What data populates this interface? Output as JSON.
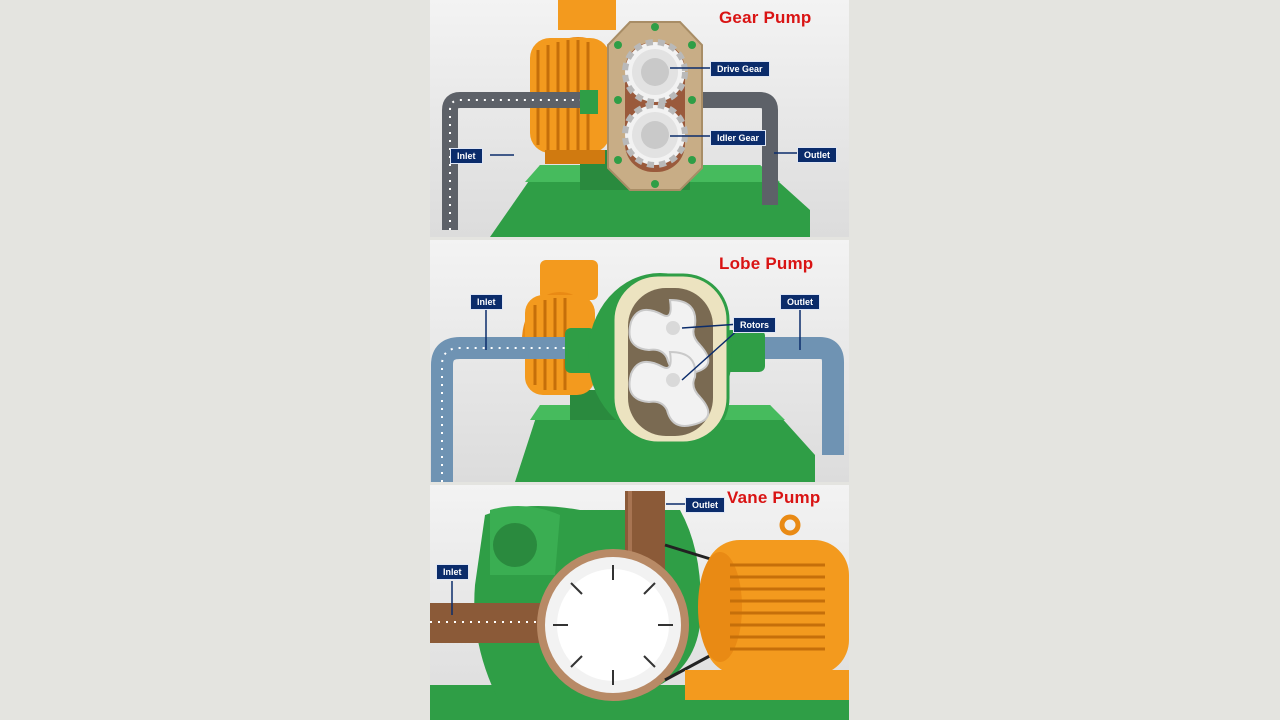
{
  "panels": {
    "gear": {
      "title": "Gear Pump",
      "labels": {
        "drive_gear": "Drive Gear",
        "idler_gear": "Idler Gear",
        "inlet": "Inlet",
        "outlet": "Outlet"
      }
    },
    "lobe": {
      "title": "Lobe Pump",
      "labels": {
        "inlet": "Inlet",
        "outlet": "Outlet",
        "rotors": "Rotors"
      }
    },
    "vane": {
      "title": "Vane Pump",
      "labels": {
        "inlet": "Inlet",
        "outlet": "Outlet"
      }
    }
  },
  "colors": {
    "title": "#d91414",
    "label_bg": "#0b2c6b",
    "machine_green": "#2ea043",
    "motor_orange": "#f39a1e",
    "pipe_grey": "#6b6f76",
    "pipe_blue": "#6b8fb0",
    "pipe_rust": "#8a5a3c"
  }
}
